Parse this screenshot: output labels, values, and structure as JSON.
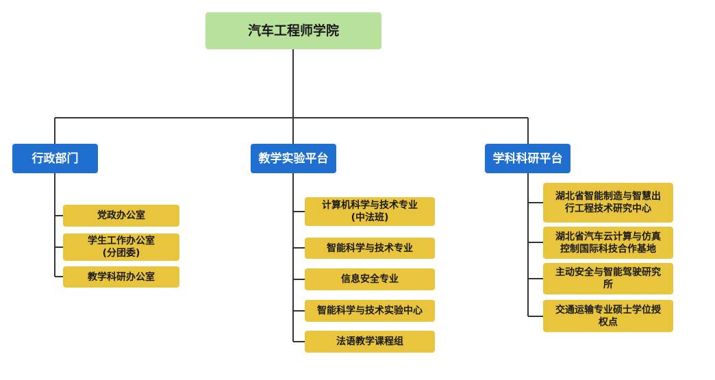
{
  "root": {
    "label": "汽车工程师学院"
  },
  "departments": [
    {
      "label": "行政部门",
      "items": [
        "党政办公室",
        "学生工作办公室\n(分团委)",
        "教学科研办公室"
      ]
    },
    {
      "label": "教学实验平台",
      "items": [
        "计算机科学与技术专业\n(中法班)",
        "智能科学与技术专业",
        "信息安全专业",
        "智能科学与技术实验中心",
        "法语教学课程组"
      ]
    },
    {
      "label": "学科科研平台",
      "items": [
        "湖北省智能制造与智慧出\n行工程技术研究中心",
        "湖北省汽车云计算与仿真\n控制国际科技合作基地",
        "主动安全与智能驾驶研究\n所",
        "交通运输专业硕士学位授\n权点"
      ]
    }
  ],
  "colors": {
    "root": "#b8e29c",
    "department": "#1f6fd1",
    "item": "#e8c53c",
    "line": "#333333"
  }
}
